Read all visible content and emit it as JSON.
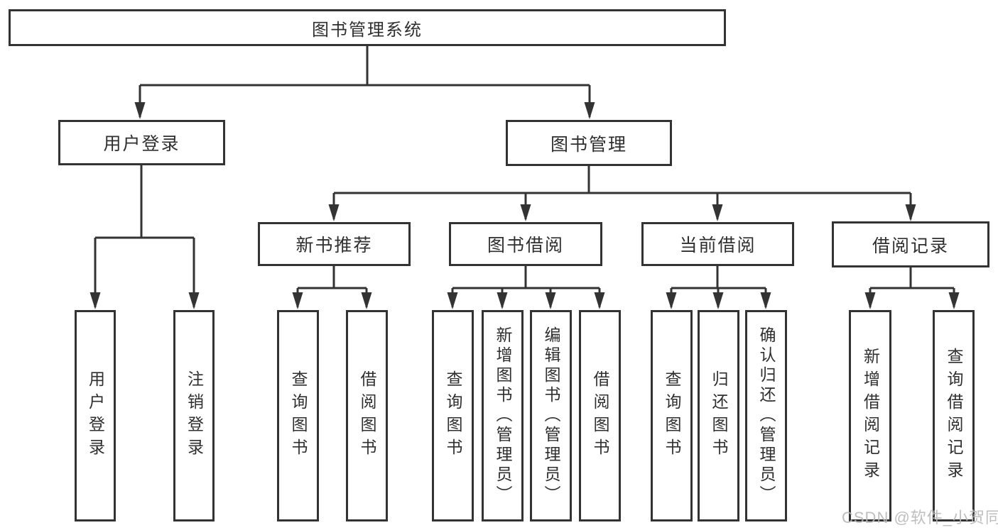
{
  "colors": {
    "line": "#333333",
    "box_border": "#333333",
    "text": "#2f2f2f",
    "background": "#ffffff",
    "watermark": "#b8b8b8"
  },
  "tree": {
    "root": "图书管理系统",
    "branches": [
      {
        "label": "用户登录",
        "leaves": [
          "用户登录",
          "注销登录"
        ]
      },
      {
        "label": "图书管理",
        "groups": [
          {
            "label": "新书推荐",
            "leaves": [
              "查询图书",
              "借阅图书"
            ]
          },
          {
            "label": "图书借阅",
            "leaves": [
              "查询图书",
              "新增图书（管理员）",
              "编辑图书（管理员）",
              "借阅图书"
            ]
          },
          {
            "label": "当前借阅",
            "leaves": [
              "查询图书",
              "归还图书",
              "确认归还（管理员）"
            ]
          },
          {
            "label": "借阅记录",
            "leaves": [
              "新增借阅记录",
              "查询借阅记录"
            ]
          }
        ]
      }
    ]
  },
  "watermark": {
    "text": "CSDN @软件_小贺同学"
  }
}
